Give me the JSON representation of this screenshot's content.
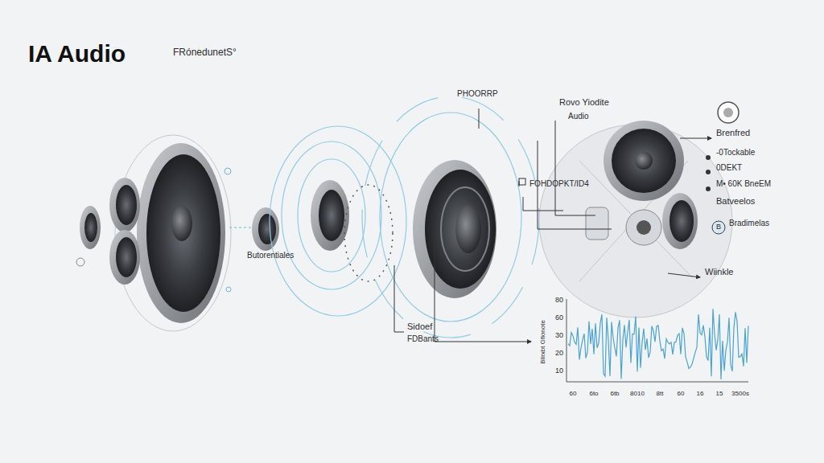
{
  "diagram": {
    "title": "IA Audio",
    "labels": [
      "FRónedunetS°",
      "PHOORRP",
      "Rovo Yiodite",
      "Audio",
      "Brenfred",
      "-0Tockable",
      "0DEKT",
      "M• 60K BneEM",
      "Batveelos",
      "Bradimelas",
      "Wiinkle",
      "FOHDOPKT/ID4",
      "Butorentiales",
      "Sidoef",
      "FDBants",
      "B",
      "80",
      "60",
      "30",
      "20",
      "10",
      "60",
      "6to",
      "6tb",
      "8010",
      "8tt",
      "60",
      "16",
      "15",
      "3500s",
      "Bllrxbt Gfionote"
    ]
  }
}
